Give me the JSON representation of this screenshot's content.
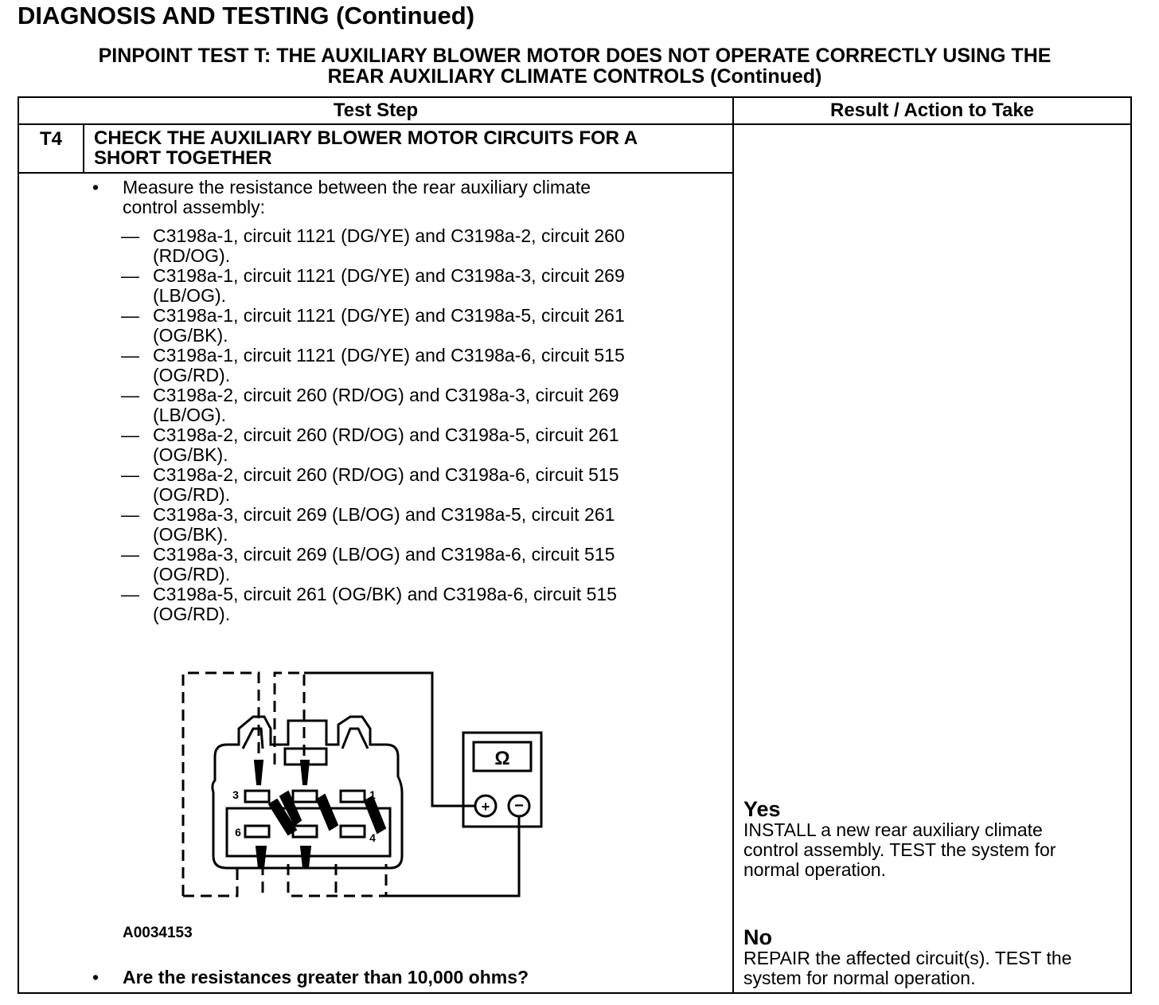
{
  "page_header": "DIAGNOSIS AND TESTING (Continued)",
  "test_title": {
    "line1": "PINPOINT TEST  T: THE AUXILIARY BLOWER MOTOR DOES NOT OPERATE CORRECTLY USING THE",
    "line2": "REAR AUXILIARY CLIMATE CONTROLS (Continued)"
  },
  "table": {
    "col_test_step": "Test Step",
    "col_result": "Result / Action to Take"
  },
  "step": {
    "id": "T4",
    "title_line1": "CHECK THE AUXILIARY BLOWER MOTOR CIRCUITS FOR A",
    "title_line2": "SHORT TOGETHER",
    "bullet": "•",
    "intro_line1": "Measure the resistance between the rear auxiliary climate",
    "intro_line2": "control assembly:",
    "dash": "—",
    "measurements": [
      {
        "line1": "C3198a-1, circuit 1121 (DG/YE) and C3198a-2, circuit 260",
        "line2": "(RD/OG)."
      },
      {
        "line1": "C3198a-1, circuit 1121 (DG/YE) and C3198a-3, circuit 269",
        "line2": "(LB/OG)."
      },
      {
        "line1": "C3198a-1, circuit 1121 (DG/YE) and C3198a-5, circuit 261",
        "line2": "(OG/BK)."
      },
      {
        "line1": "C3198a-1, circuit 1121 (DG/YE) and C3198a-6, circuit 515",
        "line2": "(OG/RD)."
      },
      {
        "line1": "C3198a-2, circuit 260 (RD/OG) and C3198a-3, circuit 269",
        "line2": "(LB/OG)."
      },
      {
        "line1": "C3198a-2, circuit 260 (RD/OG) and C3198a-5, circuit 261",
        "line2": "(OG/BK)."
      },
      {
        "line1": "C3198a-2, circuit 260 (RD/OG) and C3198a-6, circuit 515",
        "line2": "(OG/RD)."
      },
      {
        "line1": "C3198a-3, circuit 269 (LB/OG) and C3198a-5, circuit 261",
        "line2": "(OG/BK)."
      },
      {
        "line1": "C3198a-3, circuit 269 (LB/OG) and C3198a-6, circuit 515",
        "line2": "(OG/RD)."
      },
      {
        "line1": "C3198a-5, circuit 261 (OG/BK) and C3198a-6, circuit 515",
        "line2": "(OG/RD)."
      }
    ],
    "figure": {
      "id": "A0034153",
      "meter_symbol": "Ω",
      "plus": "+",
      "minus": "−",
      "pins": {
        "p1": "1",
        "p3": "3",
        "p4": "4",
        "p6": "6"
      }
    },
    "question": "Are the resistances greater than 10,000 ohms?"
  },
  "results": {
    "yes_label": "Yes",
    "yes_line1": "INSTALL a new rear auxiliary climate",
    "yes_line2": "control assembly. TEST the system for",
    "yes_line3": "normal operation.",
    "no_label": "No",
    "no_line1": "REPAIR the affected circuit(s). TEST the",
    "no_line2": "system for normal operation."
  }
}
